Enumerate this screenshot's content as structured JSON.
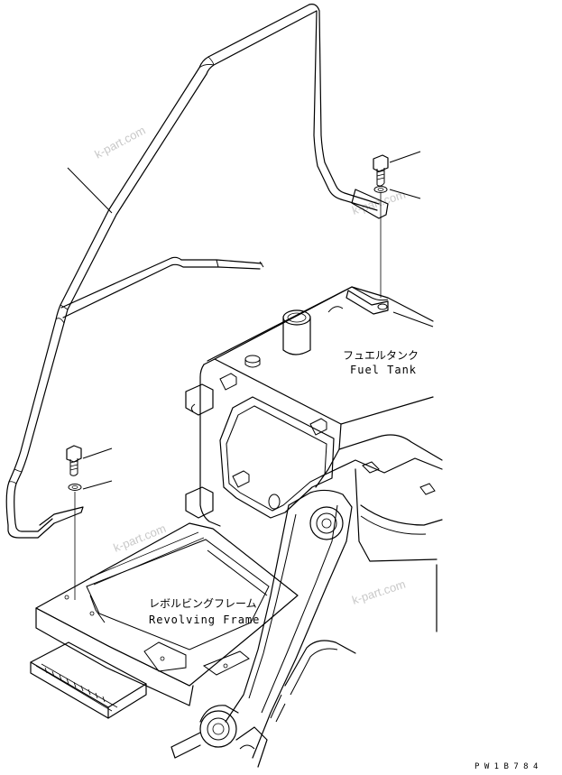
{
  "labels": {
    "fuel_tank_jp": "フュエルタンク",
    "fuel_tank_en": "Fuel Tank",
    "revolving_frame_jp": "レボルビングフレーム",
    "revolving_frame_en": "Revolving Frame",
    "drawing_code": "P W 1 B 7 8 4"
  },
  "watermarks": [
    "k-part.com",
    "k-part.com",
    "k-part.com",
    "k-part.com"
  ],
  "colors": {
    "line": "#000000",
    "watermark": "#c8c8c8",
    "background": "#ffffff"
  }
}
